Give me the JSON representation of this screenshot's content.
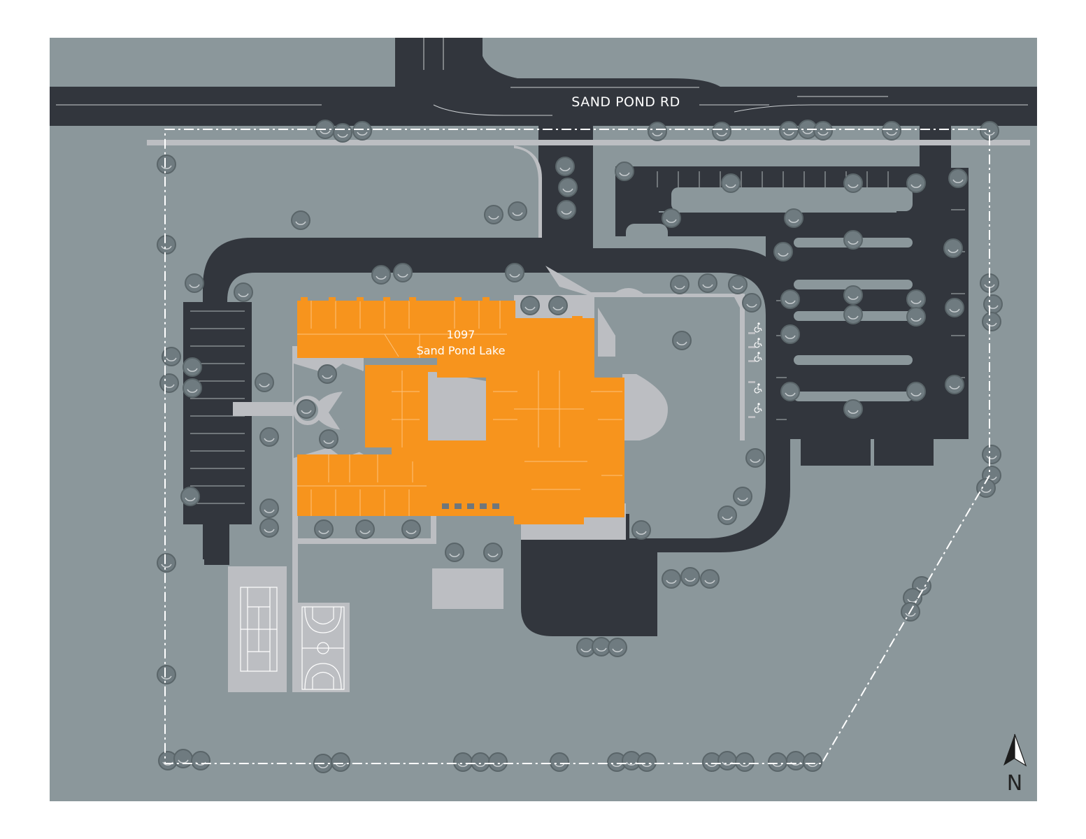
{
  "map": {
    "road_name": "SAND POND RD",
    "building_number": "1097",
    "building_name": "Sand Pond Lake",
    "north_label": "N",
    "icons": [
      "accessible-parking-icon",
      "tree-icon",
      "tennis-court-icon",
      "basketball-court-icon",
      "north-arrow-icon"
    ],
    "colors": {
      "ground": "#8b979b",
      "road": "#32363d",
      "walkway": "#bcbec2",
      "building": "#f7941d",
      "boundary": "#ffffff"
    }
  }
}
